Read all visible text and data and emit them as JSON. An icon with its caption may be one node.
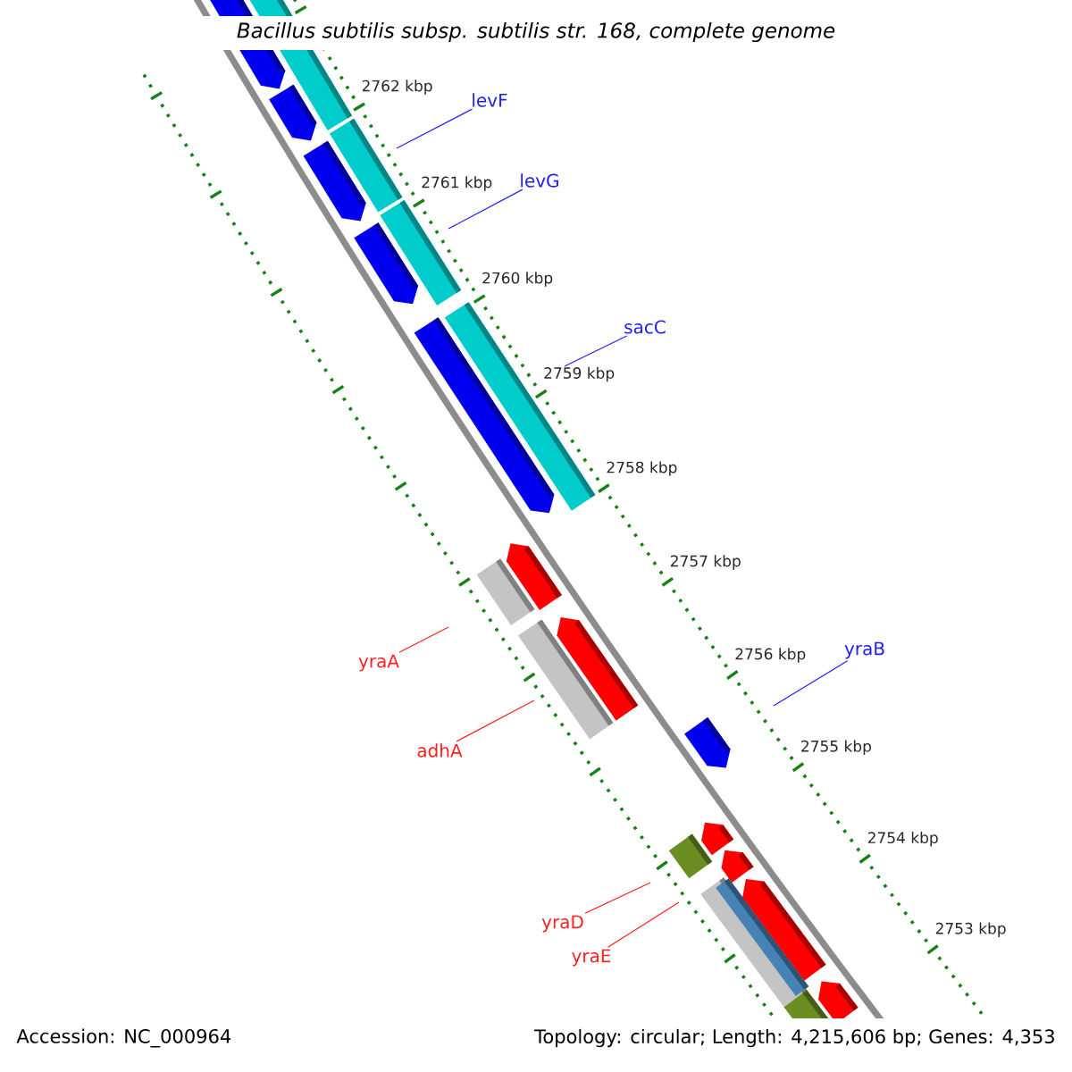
{
  "diagram": {
    "title": "Bacillus subtilis subsp. subtilis str. 168, complete genome",
    "nodes": [
      {
        "text": [
          "levF"
        ]
      },
      {
        "text": [
          "levG"
        ]
      },
      {
        "text": [
          "sacC"
        ]
      },
      {
        "text": [
          "yraB"
        ]
      },
      {
        "text": [
          "yraA"
        ]
      },
      {
        "text": [
          "adhA"
        ]
      },
      {
        "text": [
          "yraD"
        ]
      },
      {
        "text": [
          "yraE"
        ]
      }
    ],
    "edges": [
      {
        "from": 0,
        "to": null,
        "arrow": "none",
        "color": "#2020ff"
      },
      {
        "from": 1,
        "to": null,
        "arrow": "none",
        "color": "#2020ff"
      },
      {
        "from": 2,
        "to": null,
        "arrow": "none",
        "color": "#2020ff"
      },
      {
        "from": 3,
        "to": null,
        "arrow": "none",
        "color": "#2020ff"
      },
      {
        "from": 4,
        "to": null,
        "arrow": "none",
        "color": "#ff2020"
      },
      {
        "from": 5,
        "to": null,
        "arrow": "none",
        "color": "#ff2020"
      },
      {
        "from": 6,
        "to": null,
        "arrow": "none",
        "color": "#ff2020"
      },
      {
        "from": 7,
        "to": null,
        "arrow": "none",
        "color": "#ff2020"
      }
    ],
    "labels": [
      "2762 kbp",
      "2761 kbp",
      "2760 kbp",
      "2759 kbp",
      "2758 kbp",
      "2757 kbp",
      "2756 kbp",
      "2755 kbp",
      "2754 kbp",
      "2753 kbp",
      "Accession: NC_000964",
      "Topology: circular; Length: 4,215,606 bp; Genes: 4,353"
    ]
  }
}
